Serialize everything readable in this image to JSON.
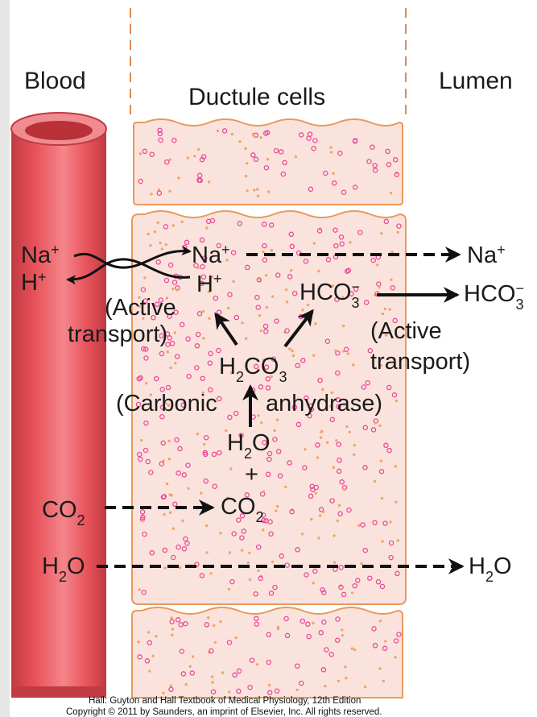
{
  "regions": {
    "blood": "Blood",
    "ductule": "Ductule cells",
    "lumen": "Lumen"
  },
  "left_species": {
    "na": "Na",
    "h": "H",
    "plus": "+",
    "co2": "CO",
    "h2o_h": "H",
    "h2o_o": "O",
    "sub2": "2"
  },
  "cell_species": {
    "na": "Na",
    "h": "H",
    "plus": "+",
    "hco3_main": "HCO",
    "hco3_sub": "3",
    "hco3_sup": "−",
    "h2co3_h": "H",
    "h2co3_co": "CO",
    "sub2": "2",
    "sub3": "3",
    "h2o_h": "H",
    "h2o_o": "O",
    "plus_sign": "+",
    "co2": "CO"
  },
  "lumen_species": {
    "na": "Na",
    "plus": "+",
    "hco3": "HCO",
    "hco3_sub": "3",
    "hco3_sup": "−",
    "h2o_h": "H",
    "h2o_o": "O",
    "sub2": "2"
  },
  "notes": {
    "active_left_1": "(Active",
    "active_left_2": "transport)",
    "active_right_1": "(Active",
    "active_right_2": "transport)",
    "carbonic": "(Carbonic",
    "anhydrase": "anhydrase)"
  },
  "caption": {
    "line1": "Hall: Guyton and Hall Textbook of Medical Physiology, 12th Edition",
    "line2": "Copyright © 2011 by Saunders, an imprint of Elsevier, Inc. All rights reserved."
  },
  "colors": {
    "vessel": "#e8525a",
    "vessel_dark": "#c23a42",
    "vessel_light": "#f4868b",
    "cell_fill": "#fbe3dd",
    "cell_border": "#e89a5c",
    "dash_line": "#e3894a",
    "dots_pink": "#e94b97",
    "dots_orange": "#f0a565",
    "text": "#1a1a1a"
  }
}
